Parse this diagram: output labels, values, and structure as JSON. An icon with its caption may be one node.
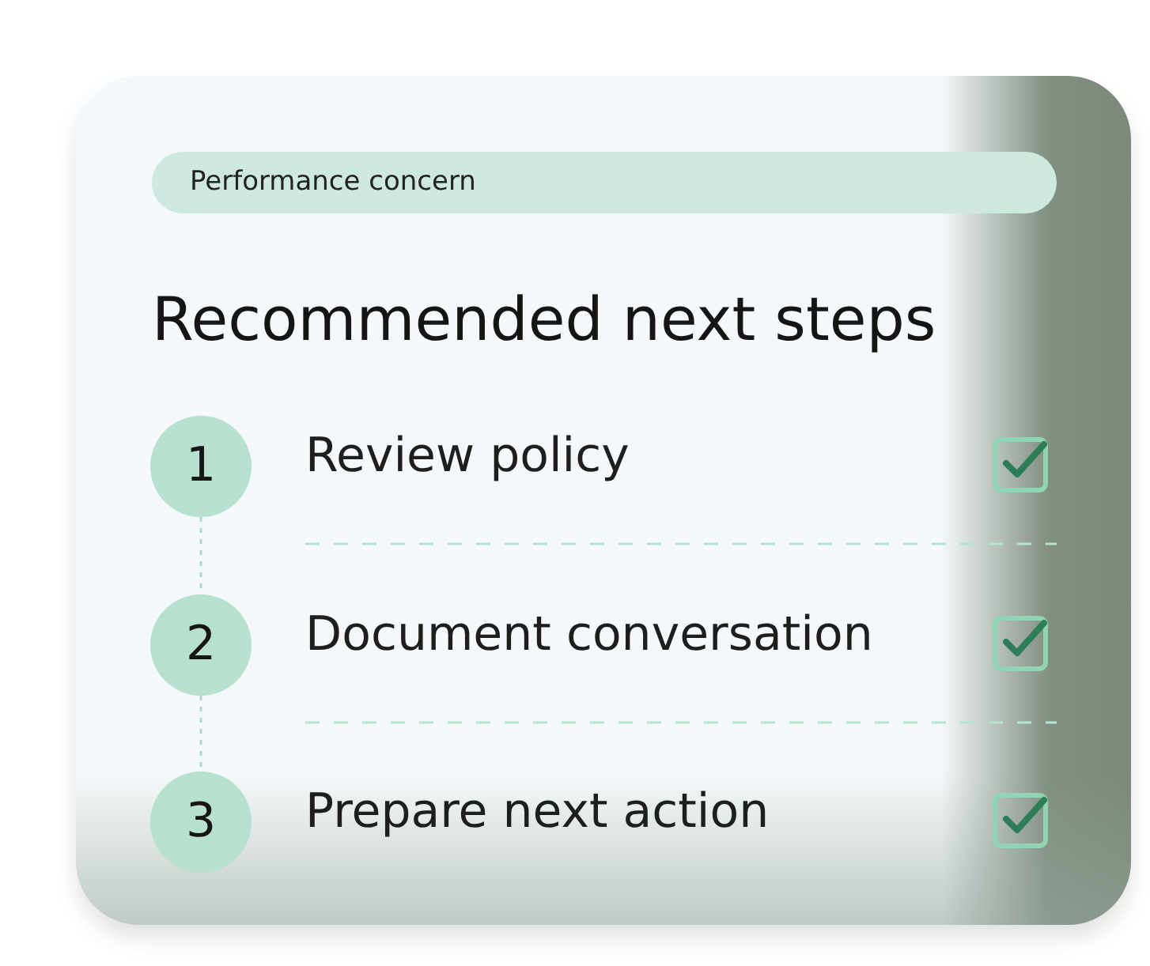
{
  "diagram": {
    "title": "Recommended next steps",
    "nodes": [
      {
        "text": [
          "Performance concern"
        ]
      },
      {
        "text": [
          "1"
        ],
        "beside": [
          "Review policy"
        ]
      },
      {
        "text": [
          "2"
        ],
        "beside": [
          "Document conversation"
        ]
      },
      {
        "text": [
          "3"
        ],
        "beside": [
          "Prepare next action"
        ]
      }
    ],
    "edges": [
      {
        "from": 1,
        "to": 2,
        "arrow": "none",
        "style": "dashed"
      },
      {
        "from": 2,
        "to": 3,
        "arrow": "none",
        "style": "dashed"
      }
    ]
  }
}
